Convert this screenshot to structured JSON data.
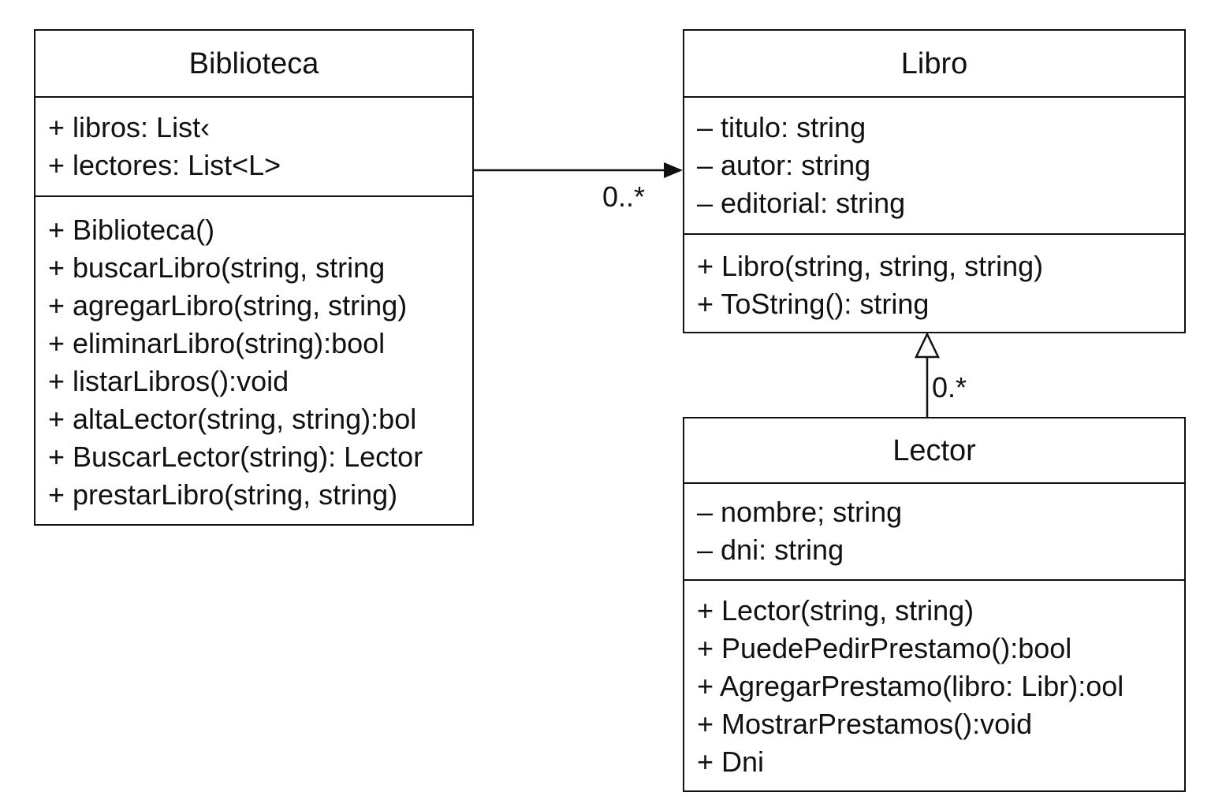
{
  "classes": {
    "biblioteca": {
      "name": "Biblioteca",
      "attributes": [
        "+ libros: List‹",
        "+ lectores: List<L>"
      ],
      "methods": [
        "+ Biblioteca()",
        "+ buscarLibro(string, string",
        "+ agregarLibro(string, string)",
        "+ eliminarLibro(string):bool",
        "+ listarLibros():void",
        "+ altaLector(string, string):bol",
        "+ BuscarLector(string): Lector",
        "+ prestarLibro(string, string)"
      ]
    },
    "libro": {
      "name": "Libro",
      "attributes": [
        "– titulo: string",
        "– autor: string",
        "– editorial: string"
      ],
      "methods": [
        "+ Libro(string, string, string)",
        "+ ToString(): string"
      ]
    },
    "lector": {
      "name": "Lector",
      "attributes": [
        "– nombre; string",
        "– dni: string"
      ],
      "methods": [
        "+ Lector(string, string)",
        "+ PuedePedirPrestamo():bool",
        "+ AgregarPrestamo(libro: Libr):ool",
        "+ MostrarPrestamos():void",
        "+ Dni"
      ]
    }
  },
  "relations": {
    "biblioteca_libro_multiplicity": "0..*",
    "lector_libro_multiplicity": "0.*"
  }
}
